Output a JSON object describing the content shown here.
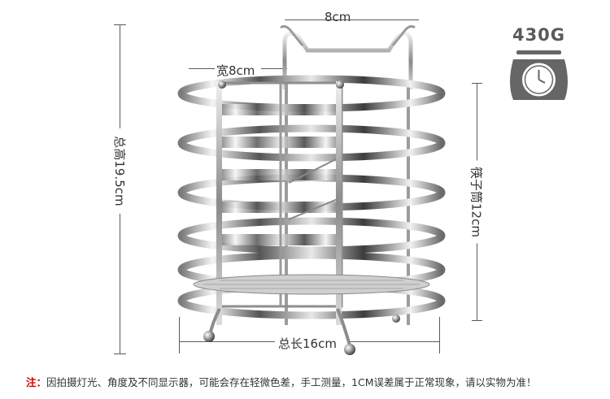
{
  "dimensions": {
    "handle_width": "8cm",
    "top_width": "宽8cm",
    "total_height": "总高19.5cm",
    "chopstick_cylinder": "筷子筒12cm",
    "total_length": "总长16cm"
  },
  "weight": {
    "value": "430G",
    "icon": "scale-icon"
  },
  "note": {
    "prefix": "注：",
    "text": "因拍摄灯光、角度及不同显示器，可能会存在轻微色差，手工测量，1CM误差属于正常现象，请以实物为准！"
  },
  "colors": {
    "note_prefix": "#d40000",
    "text": "#333333",
    "dimension_line": "#5a5a5a"
  }
}
